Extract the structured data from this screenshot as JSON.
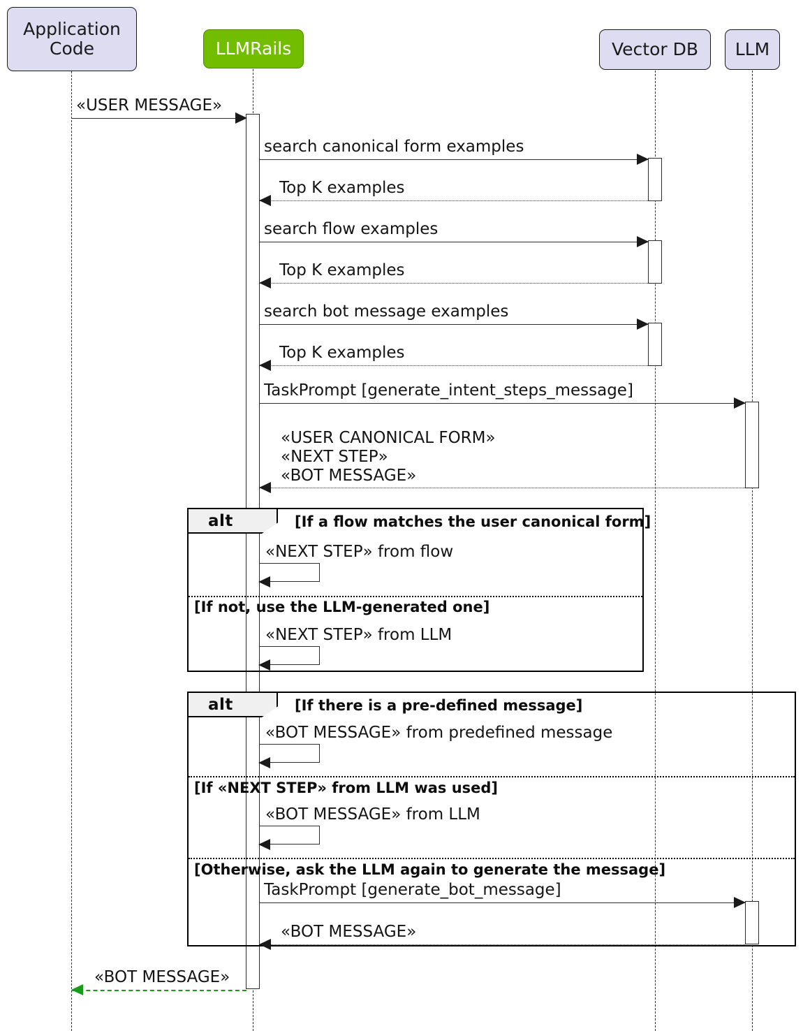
{
  "diagram": {
    "type": "uml-sequence-diagram",
    "title": "LLMRails message processing sequence",
    "colors": {
      "accent_green": "#73bd00",
      "participant_fill": "#dedcf0",
      "frame_tab_fill": "#f0f0f0",
      "line": "#2b2b2b",
      "return_green": "#1a9a1a"
    }
  },
  "participants": [
    {
      "name": "application-code",
      "label": "Application\nCode",
      "accent": false
    },
    {
      "name": "llmrails",
      "label": "LLMRails",
      "accent": true
    },
    {
      "name": "vector-db",
      "label": "Vector DB",
      "accent": false
    },
    {
      "name": "llm",
      "label": "LLM",
      "accent": false
    }
  ],
  "messages": [
    {
      "name": "user-message",
      "label": "«USER MESSAGE»",
      "from": "application-code",
      "to": "llmrails",
      "style": "solid"
    },
    {
      "name": "search-canonical-form",
      "label": "search canonical form examples",
      "from": "llmrails",
      "to": "vector-db",
      "style": "solid"
    },
    {
      "name": "top-k-examples-1",
      "label": "Top K examples",
      "from": "vector-db",
      "to": "llmrails",
      "style": "dotted"
    },
    {
      "name": "search-flow-examples",
      "label": "search flow examples",
      "from": "llmrails",
      "to": "vector-db",
      "style": "solid"
    },
    {
      "name": "top-k-examples-2",
      "label": "Top K examples",
      "from": "vector-db",
      "to": "llmrails",
      "style": "dotted"
    },
    {
      "name": "search-bot-message",
      "label": "search bot message examples",
      "from": "llmrails",
      "to": "vector-db",
      "style": "solid"
    },
    {
      "name": "top-k-examples-3",
      "label": "Top K examples",
      "from": "vector-db",
      "to": "llmrails",
      "style": "dotted"
    },
    {
      "name": "task-prompt-intent",
      "label": "TaskPrompt [generate_intent_steps_message]",
      "from": "llmrails",
      "to": "llm",
      "style": "solid"
    },
    {
      "name": "llm-intent-reply",
      "label": "«USER CANONICAL FORM»\n«NEXT STEP»\n«BOT MESSAGE»",
      "from": "llm",
      "to": "llmrails",
      "style": "dotted"
    },
    {
      "name": "task-prompt-bot-message",
      "label": "TaskPrompt [generate_bot_message]",
      "from": "llmrails",
      "to": "llm",
      "style": "solid"
    },
    {
      "name": "llm-bot-message-reply",
      "label": "«BOT MESSAGE»",
      "from": "llm",
      "to": "llmrails",
      "style": "dotted"
    },
    {
      "name": "final-bot-message",
      "label": "«BOT MESSAGE»",
      "from": "llmrails",
      "to": "application-code",
      "style": "green-dashed"
    }
  ],
  "self_messages": [
    {
      "name": "next-step-from-flow",
      "label": "«NEXT STEP» from flow"
    },
    {
      "name": "next-step-from-llm",
      "label": "«NEXT STEP» from LLM"
    },
    {
      "name": "bot-message-from-predefined",
      "label": "«BOT MESSAGE» from predefined message"
    },
    {
      "name": "bot-message-from-llm",
      "label": "«BOT MESSAGE» from LLM"
    }
  ],
  "frames": [
    {
      "name": "alt-next-step",
      "keyword": "alt",
      "conditions": [
        "[If a flow matches the user canonical form]",
        "[If not, use the LLM-generated one]"
      ]
    },
    {
      "name": "alt-bot-message",
      "keyword": "alt",
      "conditions": [
        "[If there is a pre-defined message]",
        "[If «NEXT STEP» from LLM was used]",
        "[Otherwise, ask the LLM again to generate the message]"
      ]
    }
  ]
}
